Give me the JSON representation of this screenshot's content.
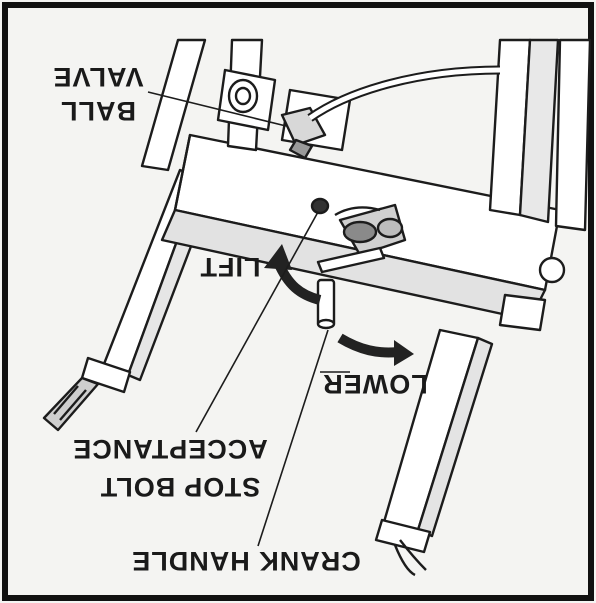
{
  "diagram": {
    "labels": {
      "ball": "BALL",
      "valve": "VALVE",
      "lift": "LIFT",
      "lower": "LOWER",
      "acceptance": "ACCEPTANCE",
      "stop_bolt": "STOP BOLT",
      "crank_handle": "CRANK HANDLE"
    },
    "orientation": "rotated 180 degrees (upside-down)"
  }
}
